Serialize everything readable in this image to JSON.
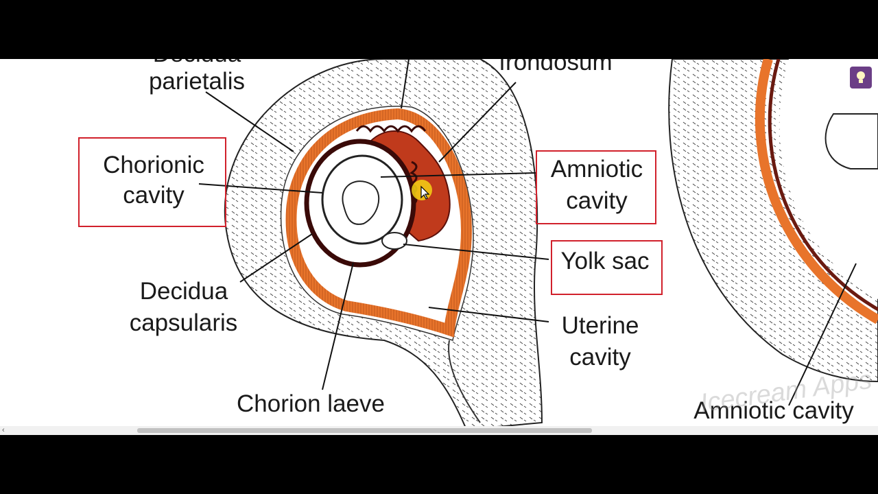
{
  "labels": {
    "decidua_parietalis_top": "Decidua",
    "decidua_parietalis": "parietalis",
    "frondosum": "frondosum",
    "chorionic_line1": "Chorionic",
    "chorionic_line2": "cavity",
    "amniotic_line1": "Amniotic",
    "amniotic_line2": "cavity",
    "yolk_sac": "Yolk sac",
    "decidua_capsularis_line1": "Decidua",
    "decidua_capsularis_line2": "capsularis",
    "uterine_line1": "Uterine",
    "uterine_line2": "cavity",
    "chorion_laeve": "Chorion laeve",
    "amniotic_cavity_right": "Amniotic cavity"
  },
  "watermark": "Icecream Apps",
  "icons": {
    "hint": "lightbulb-icon",
    "cursor": "pointer-cursor-icon"
  },
  "colors": {
    "highlight_box": "#d1202b",
    "chorion_orange": "#e8742b",
    "villi_dark": "#8a1b14",
    "hint_button": "#6b3e86"
  }
}
